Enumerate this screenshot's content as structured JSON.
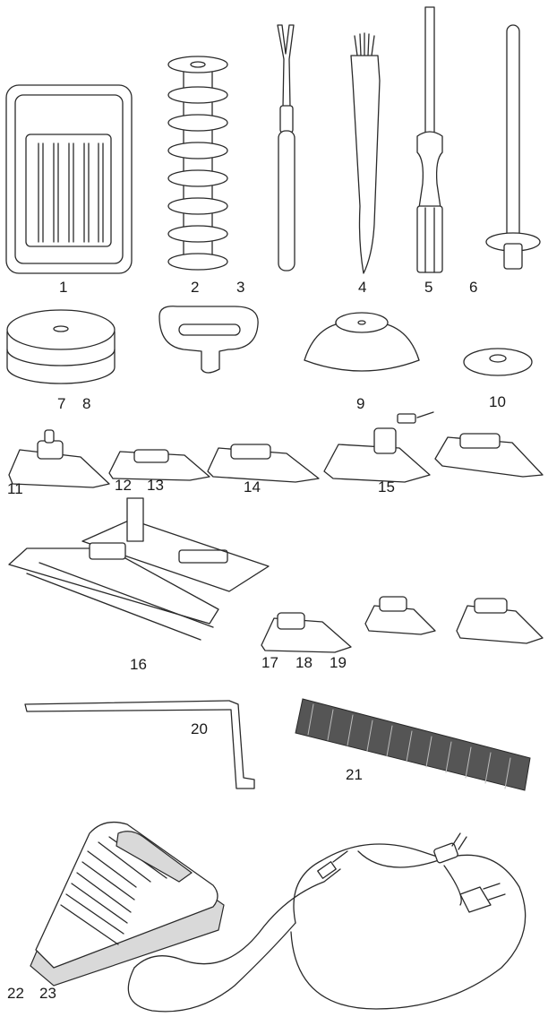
{
  "labels": {
    "l1": "1",
    "l2": "2",
    "l3": "3",
    "l4": "4",
    "l5": "5",
    "l6": "6",
    "l7": "7",
    "l8": "8",
    "l9": "9",
    "l10": "10",
    "l11": "11",
    "l12": "12",
    "l13": "13",
    "l14": "14",
    "l15": "15",
    "l16": "16",
    "l17": "17",
    "l18": "18",
    "l19": "19",
    "l20": "20",
    "l21": "21",
    "l22": "22",
    "l23": "23"
  },
  "icons": [
    "needle-pack-icon",
    "bobbin-stack-icon",
    "seam-ripper-icon",
    "lint-brush-icon",
    "screwdriver-icon",
    "spool-pin-icon",
    "spool-felt-icon",
    "spool-cap-small-icon",
    "spool-cap-large-icon",
    "spool-net-washer-icon",
    "presser-foot-icon",
    "buttonhole-foot-icon",
    "l-screwdriver-icon",
    "felt-strip-icon",
    "foot-controller-icon",
    "power-cord-icon"
  ]
}
